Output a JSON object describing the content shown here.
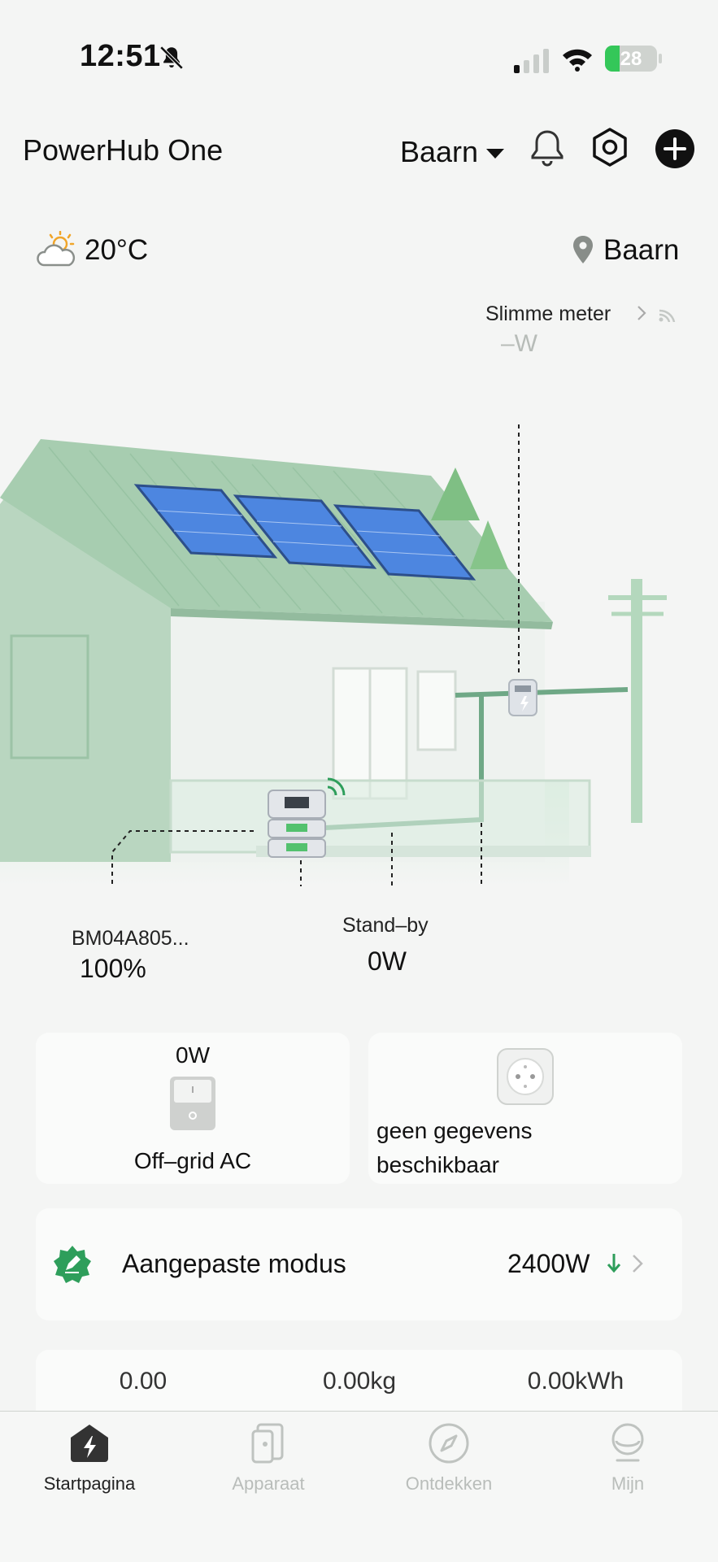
{
  "status_bar": {
    "time": "12:51",
    "battery": "28",
    "battery_level": 0.28
  },
  "header": {
    "title": "PowerHub One",
    "location_select": "Baarn"
  },
  "weather": {
    "temperature": "20°C",
    "location": "Baarn"
  },
  "smart_meter": {
    "label": "Slimme meter",
    "value": "–W"
  },
  "scene": {
    "battery_name": "BM04A805...",
    "battery_level": "100%",
    "standby_label": "Stand–by",
    "standby_value": "0W"
  },
  "cards": {
    "offgrid": {
      "power": "0W",
      "label": "Off–grid AC"
    },
    "socket": {
      "message_line1": "geen gegevens",
      "message_line2": "beschikbaar"
    }
  },
  "mode": {
    "label": "Aangepaste modus",
    "value": "2400W"
  },
  "stats": [
    "0.00",
    "0.00kg",
    "0.00kWh"
  ],
  "tabs": [
    {
      "label": "Startpagina",
      "active": true
    },
    {
      "label": "Apparaat",
      "active": false
    },
    {
      "label": "Ontdekken",
      "active": false
    },
    {
      "label": "Mijn",
      "active": false
    }
  ],
  "colors": {
    "accent_green": "#2e9e5b",
    "roof_green": "#a7cdb0",
    "line_green": "#6fa886",
    "panel_blue": "#4d86e0"
  }
}
